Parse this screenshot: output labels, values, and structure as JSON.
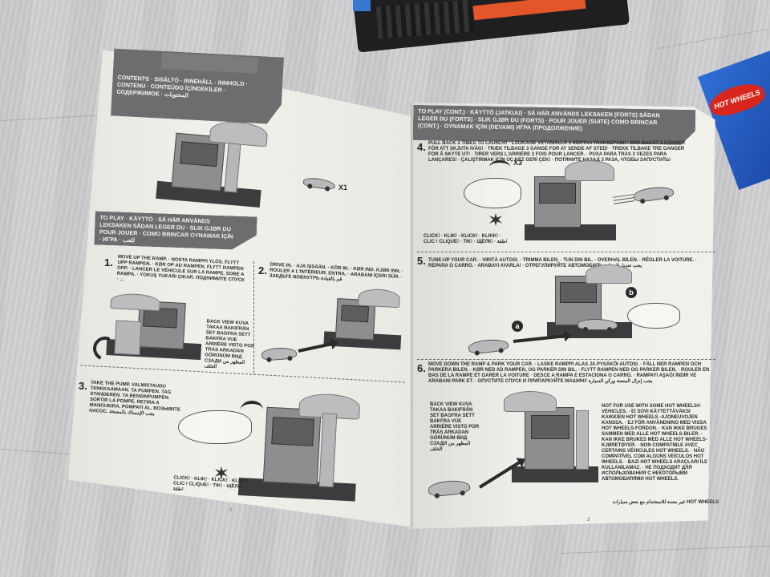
{
  "manual": {
    "left_page": {
      "contents_header": "CONTENTS · SISÄLTÖ · INNEHÅLL · INNHOLD · CONTENU · CONTEÚDO İÇİNDEKİLER · СОДЕРЖИМОЕ · المحتويات",
      "car_count": "X1",
      "to_play_header": "TO PLAY · KÄYTTÖ · SÅ HÄR ANVÄNDS LEKSAKEN SÅDAN LEGER DU · SLIK GJØR DU POUR JOUER · COMO BRINCAR OYNAMAK İÇİN · ИГРА · للعب",
      "step1_number": "1.",
      "step1_text": "MOVE UP THE RAMP. · NOSTA RAMPPI YLÖS. FLYTT UPP RAMPEN. · KØR OP AD RAMPEN. FLYTT RAMPEN OPP. · LANCER LE VÉHICULE SUR LA RAMPE. SOBE A RAMPA. · YOKUŞ YUKARI ÇIKAR. ПОДНИМИТЕ СПУСК · ...",
      "back_view_text": "BACK VIEW KUVA TAKAA BAKIFRÅN SET BAGFRA SETT BAKFRA VUE ARRIÈRE VISTO POR TRÁS ARKADAN GÖRÜNÜM ВИД СЗАДИ المظهر من الخلف",
      "step2_number": "2.",
      "step2_text": "DRIVE IN. · AJA SISÄÄN. · KÖR IN. · KØR IND. KJØR INN. · ROULER A L'INTÉRIEUR. ENTRA. · ARABANI İÇERI SÜR. · ЗАЕДЬТЕ ВОВНУТРЬ قم بالقيادة",
      "step3_number": "3.",
      "step3_text": "TAKE THE PUMP. VALMISTAUDU TANKKAAMAAN. TA PUMPEN. TAG STANDEREN. TA BENSINPUMPEN. SORTIR LA POMPE. RETIRA A MANGUEIRA. POMPAYI AL. ВОЗЬМИТЕ НАСОС. يجب الإمساك بالمضخة",
      "click_text": "CLICK! · KLIK! · KLICK! · KLIKK! · CLIC ! CLIQUE! · TIK! · ЩЁЛК! · طقة!",
      "page_number": "2"
    },
    "right_page": {
      "to_play_cont_header": "TO PLAY (CONT.) · KÄYTTÖ (JATKUU) · SÅ HÄR ANVÄNDS LEKSAKEN (FORTS) SÅDAN LEGER DU (FORTS) · SLIK GJØR DU (FORTS) · POUR JOUER (SUITE) COMO BRINCAR (CONT.) · OYNAMAK İÇİN (DEVAMI) ИГРА (ПРОДОЛЖЕНИЕ)",
      "step4_number": "4.",
      "step4_text": "PULL BACK 3 TIMES TO LAUNCH! · LAUKAISE VETÄMÄLLÄ 3 KERTAA TAAKSEPÄIN! · DRA BAKÅT 3 GÅNGER FÖR ATT SKJUTA IVÄG! · TRÆK TILBAGE 3 GANGE FOR AT SENDE AF STED! · TREKK TILBAKE TRE GANGER FOR Å SKYTE UT! · TIRER VERS L'ARRIÈRE 3 FOIS POUR LANCER. · PUXA PARA TRÁS 3 VEZES PARA LANÇARES! · ÇALIŞTIRMAK İÇİN ÜÇ KEZ GERİ ÇEK! · ПОТЯНИТЕ НАЗАД 3 РАЗА, ЧТОБЫ ЗАПУСТИТЬ!",
      "pull_count": "X3",
      "click_text": "CLICK! · KLIK! · KLICK! · KLIKK! · CLIC ! CLIQUE! · TIK! · ЩЁЛК! · طقة!",
      "step5_number": "5.",
      "step5_text": "TUNE-UP YOUR CAR. · VIRITÄ AUTOSI. · TRIMMA BILEN. · TUN DIN BIL. · OVERHAL BILEN. · RÉGLER LA VOITURE. · REPARA O CARRO. · ARABAYI AYARLA! · ОТРЕГУЛИРУЙТЕ АВТОМОБИЛЬ يجب تعديل السيارة",
      "label_a": "a",
      "label_b": "b",
      "step6_number": "6.",
      "step6_text": "MOVE DOWN THE RAMP & PARK YOUR CAR. · LASKE RAMPPI ALAS JA PYSÄKÖI AUTOSI. · FÄLL NER RAMPEN OCH PARKERA BILEN. · KØR NED AD RAMPEN, OG PARKER DIN BIL. · FLYTT RAMPEN NED OG PARKER BILEN. · ROULER EN BAS DE LA RAMPE ET GARER LA VOITURE · DESCE A RAMPA E ESTACIONA O CARRO. · RAMPAYI AŞAĞI İNDİR VE ARABANI PARK ET. · ОПУСТИТЕ СПУСК И ПРИПАРКУЙТЕ МАШИНУ يجب إنزال المنصة وركن السيارة",
      "back_view_text": "BACK VIEW KUVA TAKAA BAKIFRÅN SET BAGFRA SETT BAKFRA VUE ARRIÈRE VISTO POR TRÁS ARKADAN GÖRÜNÜM ВИД СЗАДИ المظهر من الخلف",
      "warning_text": "NOT FOR USE WITH SOME HOT WHEELS® VEHICLES. · EI SOVI KÄYTETTÄVÄKSI KAIKKIEN HOT WHEELS -AJONEUVOJEN KANSSA. · EJ FÖR ANVÄNDNING MED VISSA HOT WHEELS-FORDON. · KAN IKKE BRUGES SAMMEN MED ALLE HOT WHEELS-BILER. · KAN IKKE BRUKES MED ALLE HOT WHEELS-KJØRETØYER. · NON COMPATIBLE AVEC CERTAINS VÉHICULES HOT WHEELS. · NÃO COMPATÍVEL COM ALGUNS VEÍCULOS HOT WHEELS. · BAZI HOT WHEELS ARAÇLARI İLE KULLANILAMAZ. · НЕ ПОДХОДИТ ДЛЯ ИСПОЛЬЗОВАНИЯ С НЕКОТОРЫМИ АВТОМОБИЛЯМИ HOT WHEELS.",
      "warning_arabic": "غير معدة للاستخدام مع بعض سيارات HOT WHEELS",
      "page_number": "3"
    },
    "box_logo_text": "HOT WHEELS"
  }
}
